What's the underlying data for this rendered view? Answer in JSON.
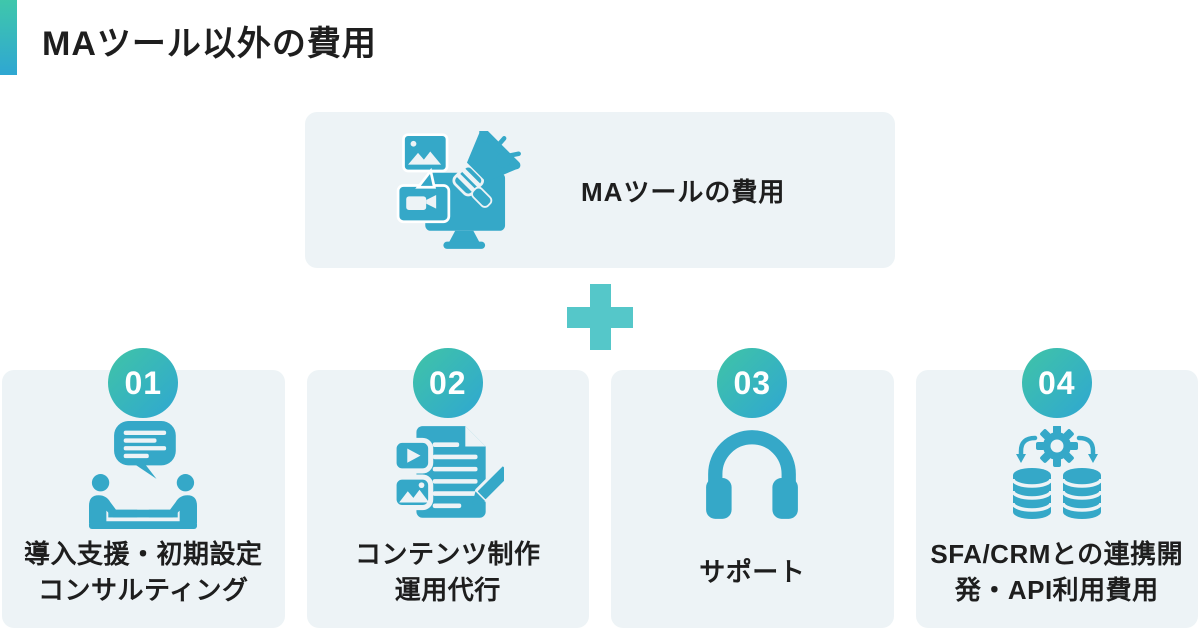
{
  "header": {
    "title": "MAツール以外の費用"
  },
  "ma_tool_card": {
    "label": "MAツールの費用",
    "icon": "marketing-automation-icon"
  },
  "plus": {
    "symbol": "+",
    "color": "#55c7c9"
  },
  "colors": {
    "card_background": "#edf3f6",
    "icon_teal": "#35a8c8",
    "badge_gradient_start": "#40c4a6",
    "badge_gradient_end": "#2fa7d2",
    "accent_gradient_top": "#3fc7ab",
    "accent_gradient_bottom": "#2fa7d2",
    "text": "#1e1e1e"
  },
  "cost_cards": [
    {
      "number": "01",
      "label": "導入支援・初期設定\nコンサルティング",
      "icon": "consulting-icon"
    },
    {
      "number": "02",
      "label": "コンテンツ制作\n運用代行",
      "icon": "content-production-icon"
    },
    {
      "number": "03",
      "label": "サポート",
      "icon": "headphones-icon"
    },
    {
      "number": "04",
      "label": "SFA/CRMとの連携開\n発・API利用費用",
      "icon": "database-integration-icon"
    }
  ]
}
